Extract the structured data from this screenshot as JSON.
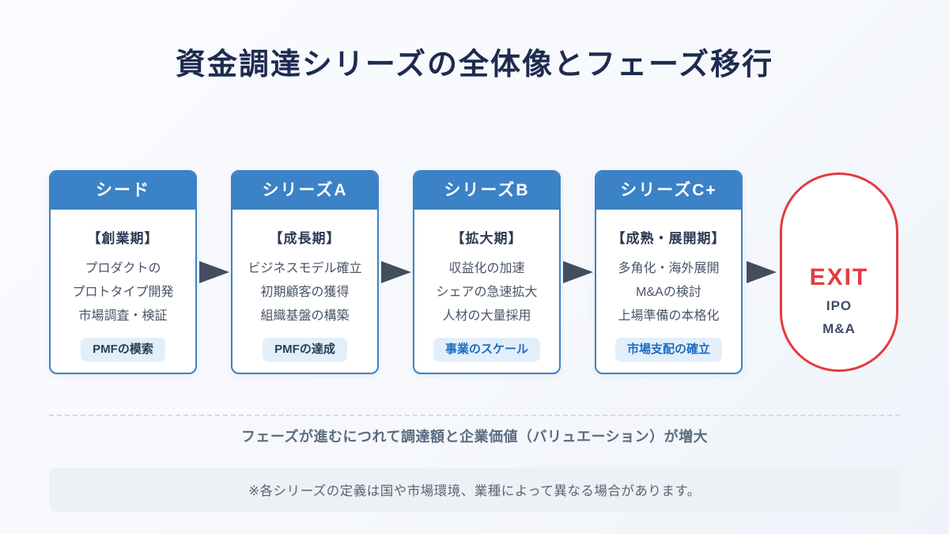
{
  "title": "資金調達シリーズの全体像とフェーズ移行",
  "stages": [
    {
      "title": "シード",
      "phase": "【創業期】",
      "lines": [
        "プロダクトの",
        "プロトタイプ開発",
        "市場調査・検証"
      ],
      "badge": "PMFの模索"
    },
    {
      "title": "シリーズA",
      "phase": "【成長期】",
      "lines": [
        "ビジネスモデル確立",
        "初期顧客の獲得",
        "組織基盤の構築"
      ],
      "badge": "PMFの達成"
    },
    {
      "title": "シリーズB",
      "phase": "【拡大期】",
      "lines": [
        "収益化の加速",
        "シェアの急速拡大",
        "人材の大量採用"
      ],
      "badge": "事業のスケール"
    },
    {
      "title": "シリーズC+",
      "phase": "【成熟・展開期】",
      "lines": [
        "多角化・海外展開",
        "M&Aの検討",
        "上場準備の本格化"
      ],
      "badge": "市場支配の確立"
    }
  ],
  "exit": {
    "title": "EXIT",
    "items": [
      "IPO",
      "M&A"
    ]
  },
  "subtitle": "フェーズが進むにつれて調達額と企業価値（バリュエーション）が増大",
  "note": "※各シリーズの定義は国や市場環境、業種によって異なる場合があります。",
  "colors": {
    "title_navy": "#1d2b4f",
    "accent_blue": "#3b82c6",
    "badge_bg": "#e2effb",
    "badge_text_dark": "#2c3e55",
    "badge_text_blue": "#1a6dc4",
    "arrow": "#424d5f",
    "exit_red": "#e23b3f",
    "body_text": "#4a5568",
    "subtitle_text": "#5b6b80",
    "note_bg": "#edf0f4"
  }
}
